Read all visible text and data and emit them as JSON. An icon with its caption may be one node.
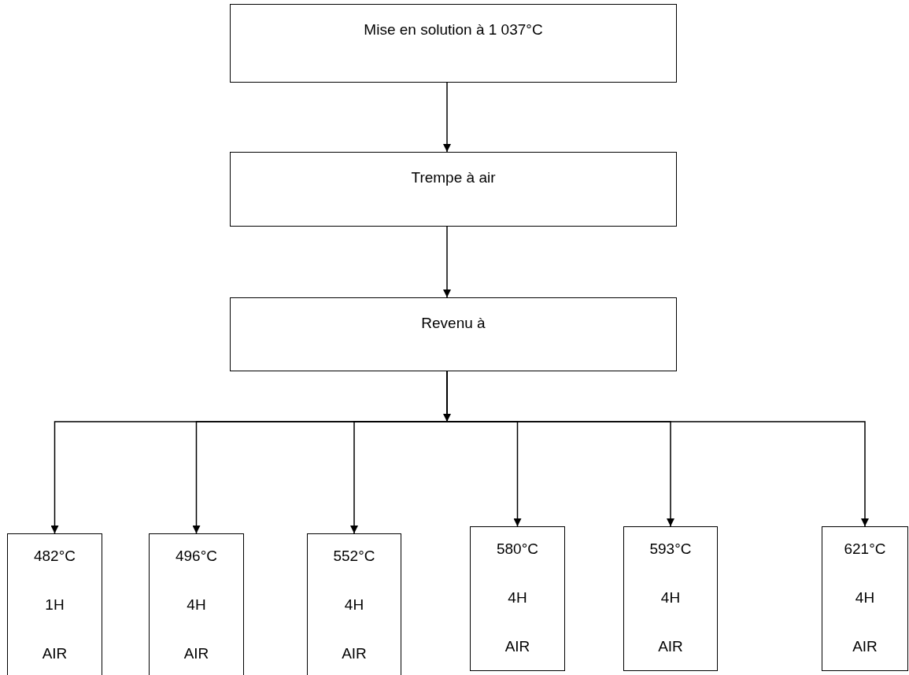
{
  "diagram": {
    "nodes": [
      {
        "text": [
          "Mise en solution à 1 037°C"
        ]
      },
      {
        "text": [
          "Trempe à air"
        ]
      },
      {
        "text": [
          "Revenu à"
        ]
      },
      {
        "text": [
          "482°C",
          "1H",
          "AIR"
        ]
      },
      {
        "text": [
          "496°C",
          "4H",
          "AIR"
        ]
      },
      {
        "text": [
          "552°C",
          "4H",
          "AIR"
        ]
      },
      {
        "text": [
          "580°C",
          "4H",
          "AIR"
        ]
      },
      {
        "text": [
          "593°C",
          "4H",
          "AIR"
        ]
      },
      {
        "text": [
          "621°C",
          "4H",
          "AIR"
        ]
      }
    ],
    "edges": [
      {
        "from": 0,
        "to": 1,
        "arrow": "to"
      },
      {
        "from": 1,
        "to": 2,
        "arrow": "to"
      },
      {
        "from": 2,
        "to": 3,
        "arrow": "to"
      },
      {
        "from": 2,
        "to": 4,
        "arrow": "to"
      },
      {
        "from": 2,
        "to": 5,
        "arrow": "to"
      },
      {
        "from": 2,
        "to": 6,
        "arrow": "to"
      },
      {
        "from": 2,
        "to": 7,
        "arrow": "to"
      },
      {
        "from": 2,
        "to": 8,
        "arrow": "to"
      }
    ]
  }
}
